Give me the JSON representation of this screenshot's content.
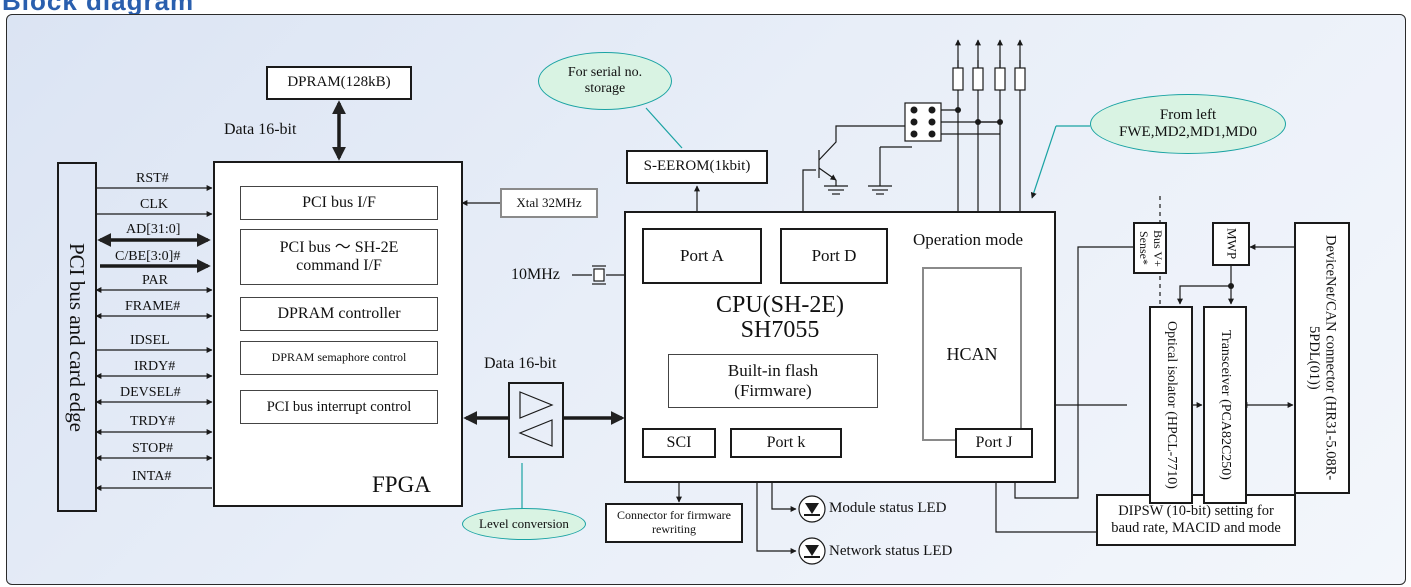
{
  "page": {
    "title": "Block diagram"
  },
  "pci": {
    "card_edge": "PCI bus and card edge",
    "signals": [
      "RST#",
      "CLK",
      "AD[31:0]",
      "C/BE[3:0]#",
      "PAR",
      "FRAME#",
      "IDSEL",
      "IRDY#",
      "DEVSEL#",
      "TRDY#",
      "STOP#",
      "INTA#"
    ]
  },
  "fpga": {
    "label": "FPGA",
    "blocks": [
      "PCI bus I/F",
      "PCI bus ～ SH-2E command I/F",
      "DPRAM controller",
      "DPRAM semaphore control",
      "PCI bus interrupt control"
    ]
  },
  "dpram": {
    "label": "DPRAM(128kB)",
    "bus_label": "Data 16-bit"
  },
  "xtal": {
    "label": "Xtal 32MHz"
  },
  "level": {
    "bus_label": "Data 16-bit",
    "callout": "Level conversion"
  },
  "cpu": {
    "title_line1": "CPU(SH-2E)",
    "title_line2": "SH7055",
    "clock": "10MHz",
    "port_a": "Port A",
    "port_d": "Port D",
    "op_mode": "Operation mode",
    "hcan": "HCAN",
    "flash_line1": "Built-in flash",
    "flash_line2": "(Firmware)",
    "sci": "SCI",
    "port_k": "Port k",
    "port_j": "Port J"
  },
  "eeprom": {
    "label": "S-EEROM(1kbit)",
    "callout": "For serial no. storage"
  },
  "opmode_callout": {
    "line1": "From left",
    "line2": "FWE,MD2,MD1,MD0"
  },
  "connector_fw": {
    "label": "Connector for firmware rewriting"
  },
  "leds": {
    "module": "Module status LED",
    "network": "Network status LED"
  },
  "dipsw": {
    "label": "DIPSW (10-bit) setting for baud rate, MACID and mode"
  },
  "can": {
    "bus_sense": "Bus V+ Sense*",
    "mwp": "MWP",
    "isolator": "Optical isolator (HPCL-7710)",
    "transceiver": "Transceiver (PCA82C250)",
    "connector": "DeviceNet/CAN connector (HR31-5.08R-5PDL(01))"
  },
  "colors": {
    "callout_fill": "#d9f3e3",
    "callout_stroke": "#1aa3a3",
    "title": "#2a5fae"
  }
}
